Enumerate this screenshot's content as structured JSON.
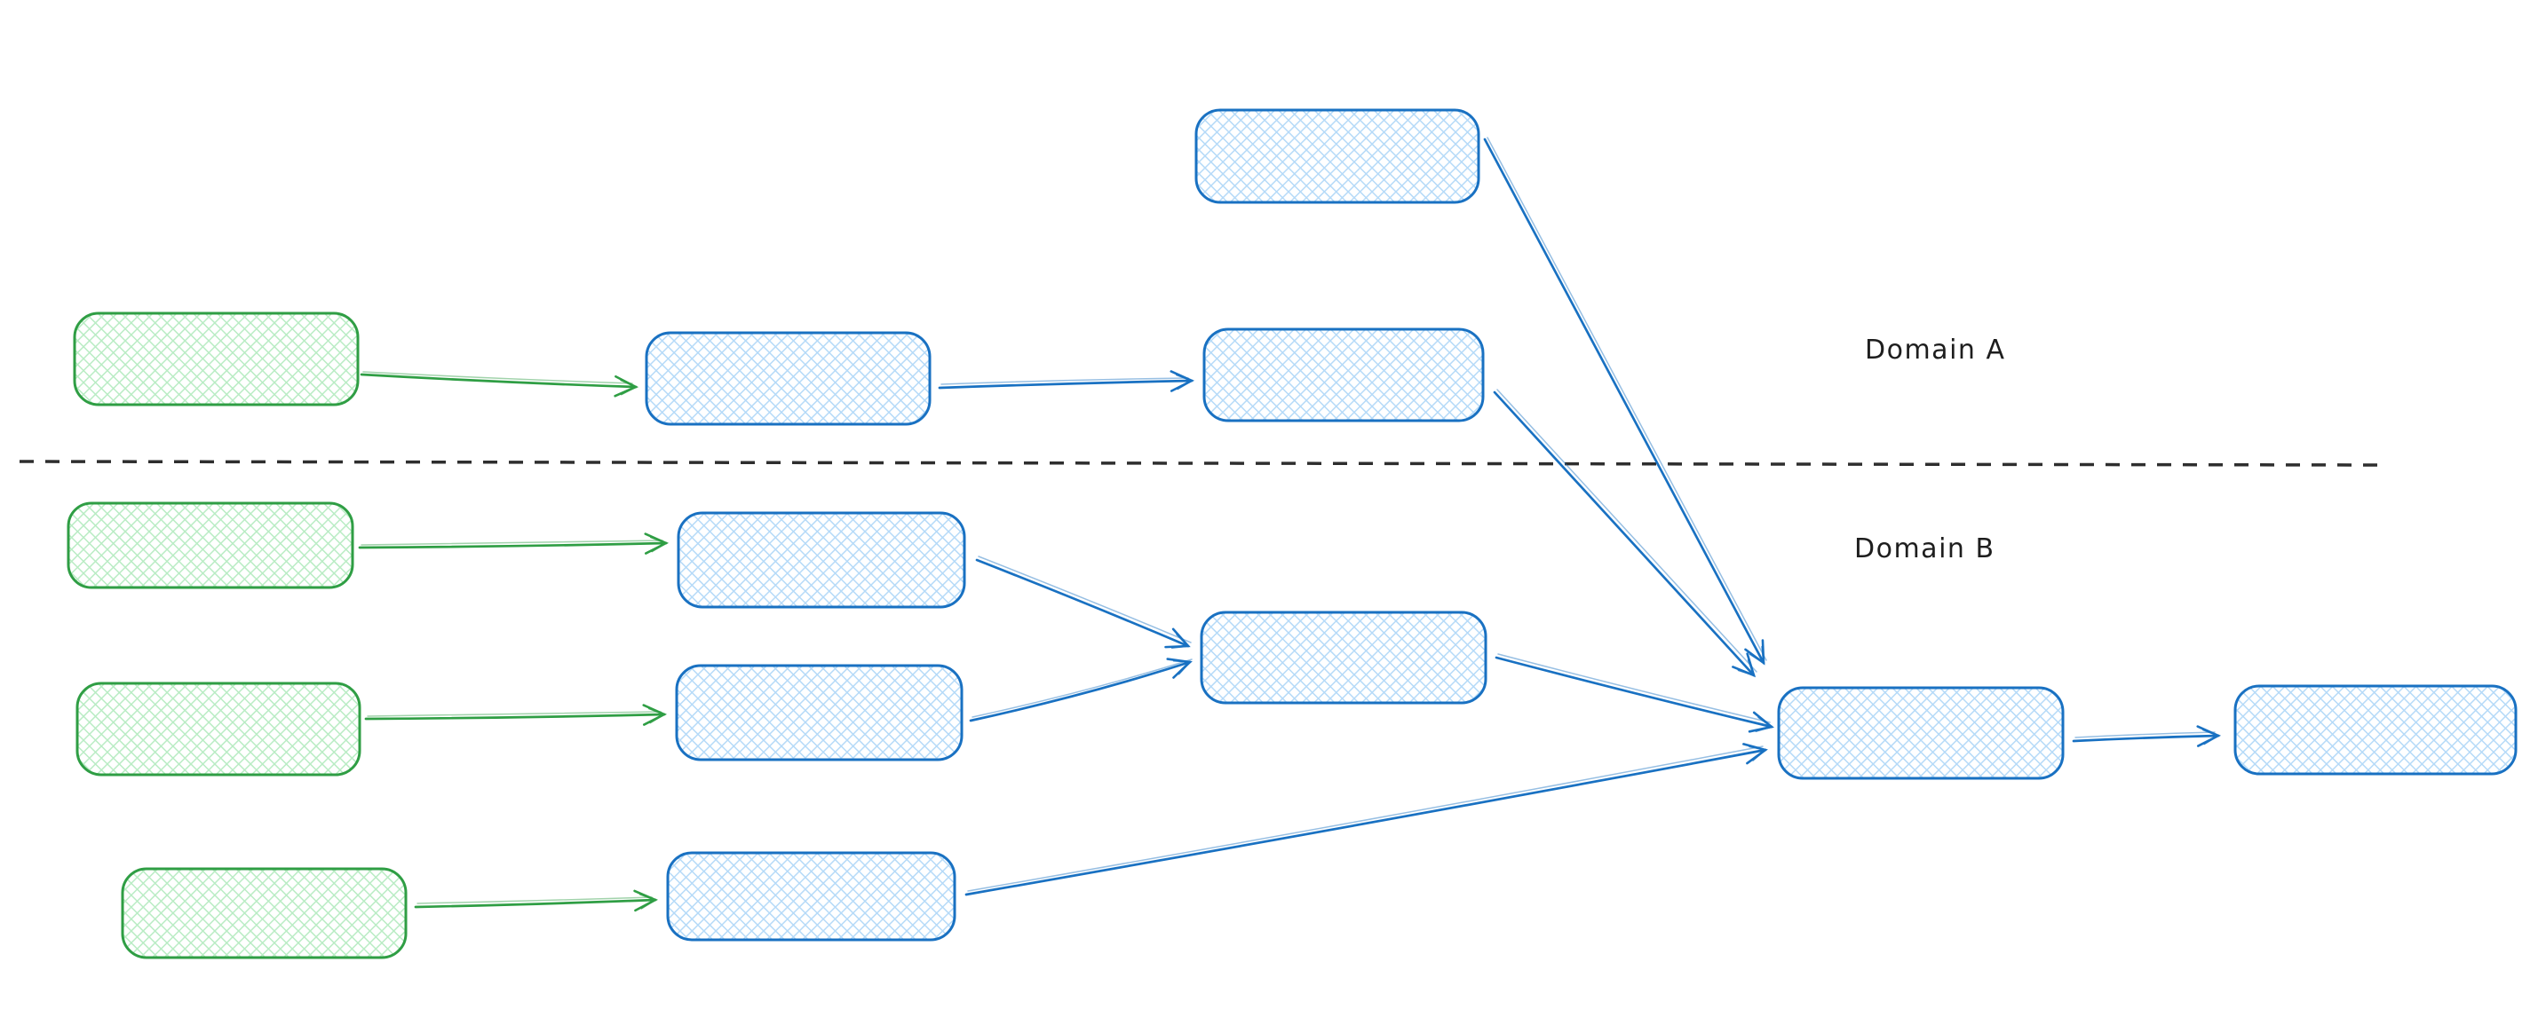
{
  "canvas": {
    "background_color": "#ffffff",
    "style": "hand-drawn flow diagram, cross-hatch filled rounded rectangles, no text inside nodes"
  },
  "labels": {
    "domain_a": "Domain A",
    "domain_b": "Domain B"
  },
  "colors": {
    "green_stroke": "#2f9e44",
    "green_fill_hatch": "#b2f2bb",
    "blue_stroke": "#1971c2",
    "blue_fill_hatch": "#a5d8ff",
    "divider": "#2e2e2e",
    "label_text": "#1e1e1e"
  },
  "diagram": {
    "type": "flow-diagram",
    "divider": {
      "style": "dashed",
      "separates": [
        "Domain A",
        "Domain B"
      ]
    },
    "nodes": [
      {
        "id": "blue-box-top",
        "color": "blue",
        "domain": "A",
        "label": ""
      },
      {
        "id": "green-box-a",
        "color": "green",
        "domain": "A",
        "label": ""
      },
      {
        "id": "blue-box-a1",
        "color": "blue",
        "domain": "A",
        "label": ""
      },
      {
        "id": "blue-box-a2",
        "color": "blue",
        "domain": "A",
        "label": ""
      },
      {
        "id": "green-box-b1",
        "color": "green",
        "domain": "B",
        "label": ""
      },
      {
        "id": "blue-box-b1",
        "color": "blue",
        "domain": "B",
        "label": ""
      },
      {
        "id": "green-box-b2",
        "color": "green",
        "domain": "B",
        "label": ""
      },
      {
        "id": "blue-box-b2",
        "color": "blue",
        "domain": "B",
        "label": ""
      },
      {
        "id": "blue-box-b-merge",
        "color": "blue",
        "domain": "B",
        "label": ""
      },
      {
        "id": "green-box-b3",
        "color": "green",
        "domain": "B",
        "label": ""
      },
      {
        "id": "blue-box-b3",
        "color": "blue",
        "domain": "B",
        "label": ""
      },
      {
        "id": "blue-box-sink",
        "color": "blue",
        "domain": "B",
        "label": ""
      },
      {
        "id": "blue-box-output",
        "color": "blue",
        "domain": "B",
        "label": ""
      }
    ],
    "edges": [
      {
        "from": "green-box-a",
        "to": "blue-box-a1",
        "color": "green"
      },
      {
        "from": "blue-box-a1",
        "to": "blue-box-a2",
        "color": "blue"
      },
      {
        "from": "blue-box-top",
        "to": "blue-box-sink",
        "color": "blue"
      },
      {
        "from": "blue-box-a2",
        "to": "blue-box-sink",
        "color": "blue"
      },
      {
        "from": "green-box-b1",
        "to": "blue-box-b1",
        "color": "green"
      },
      {
        "from": "blue-box-b1",
        "to": "blue-box-b-merge",
        "color": "blue"
      },
      {
        "from": "green-box-b2",
        "to": "blue-box-b2",
        "color": "green"
      },
      {
        "from": "blue-box-b2",
        "to": "blue-box-b-merge",
        "color": "blue"
      },
      {
        "from": "blue-box-b-merge",
        "to": "blue-box-sink",
        "color": "blue"
      },
      {
        "from": "green-box-b3",
        "to": "blue-box-b3",
        "color": "green"
      },
      {
        "from": "blue-box-b3",
        "to": "blue-box-sink",
        "color": "blue"
      },
      {
        "from": "blue-box-sink",
        "to": "blue-box-output",
        "color": "blue"
      }
    ]
  }
}
